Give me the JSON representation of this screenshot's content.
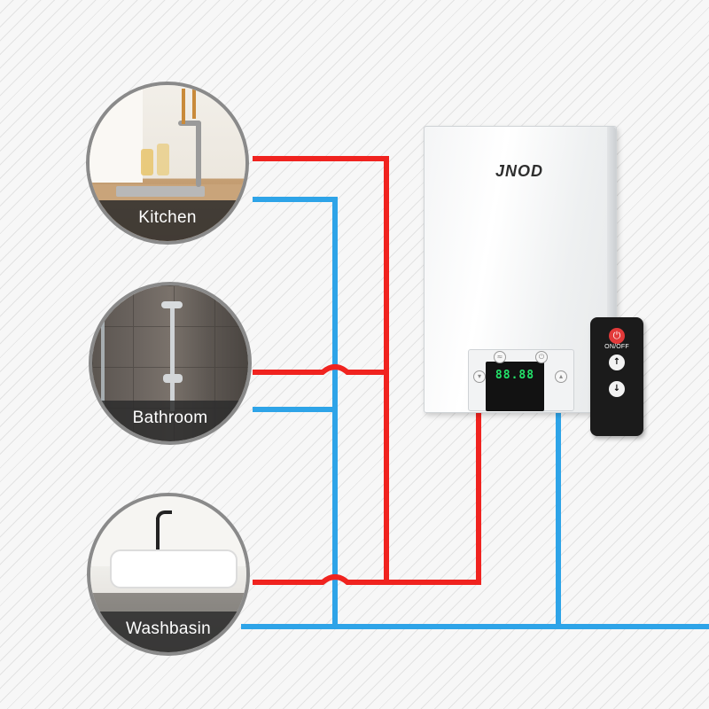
{
  "colors": {
    "hot_pipe": "#f0231f",
    "cold_pipe": "#2ea4e8",
    "display_text": "#23e36a",
    "remote_power": "#e23a3a"
  },
  "locations": [
    {
      "label": "Kitchen"
    },
    {
      "label": "Bathroom"
    },
    {
      "label": "Washbasin"
    }
  ],
  "heater": {
    "brand": "JNOD",
    "display": "88.88",
    "icons": {
      "down": "chevron-down-icon",
      "up": "chevron-up-icon",
      "power": "power-icon",
      "mode": "mode-icon"
    }
  },
  "remote": {
    "power_label": "ON/OFF",
    "icons": {
      "power": "power-icon",
      "up": "arrow-up-icon",
      "down": "arrow-down-icon"
    }
  }
}
